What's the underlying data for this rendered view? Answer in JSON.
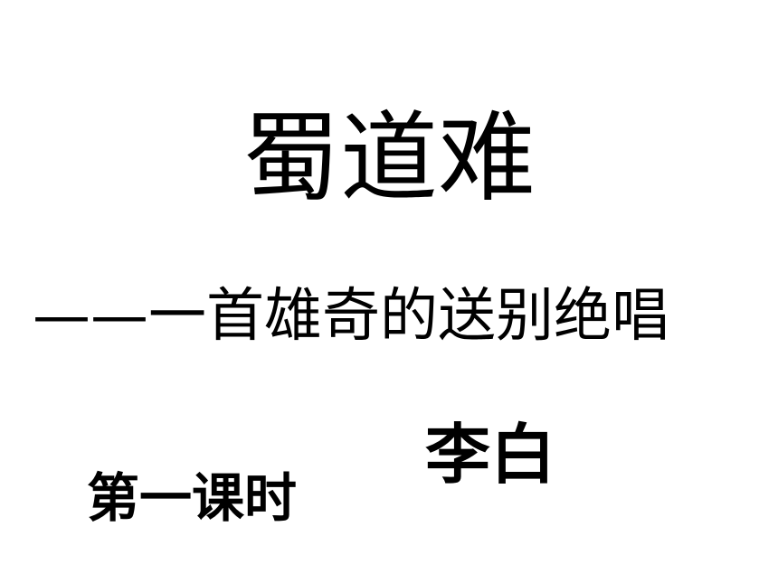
{
  "slide": {
    "title": "蜀道难",
    "subtitle": "——一首雄奇的送别绝唱",
    "author": "李白",
    "lesson": "第一课时"
  }
}
